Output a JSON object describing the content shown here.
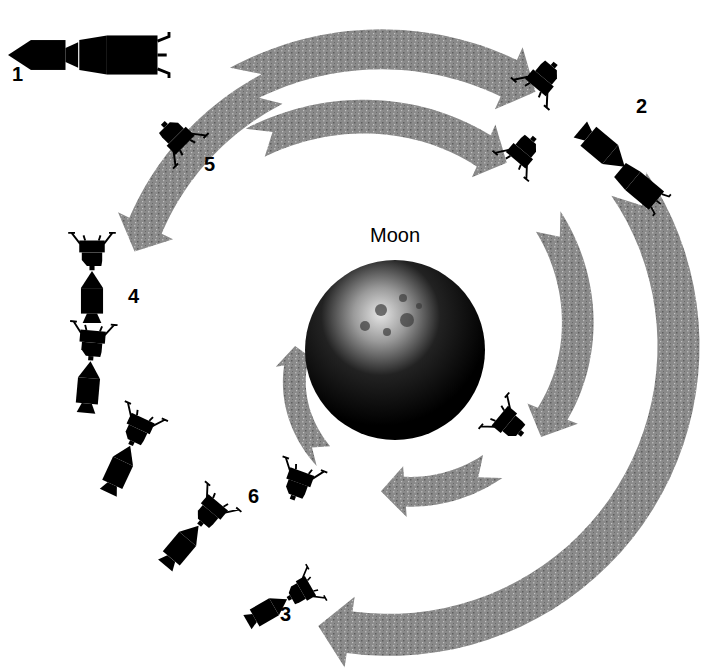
{
  "diagram": {
    "nodes": [
      {
        "text": [
          "Moon"
        ]
      }
    ],
    "labels": [
      "1",
      "2",
      "3",
      "4",
      "5",
      "6"
    ]
  }
}
